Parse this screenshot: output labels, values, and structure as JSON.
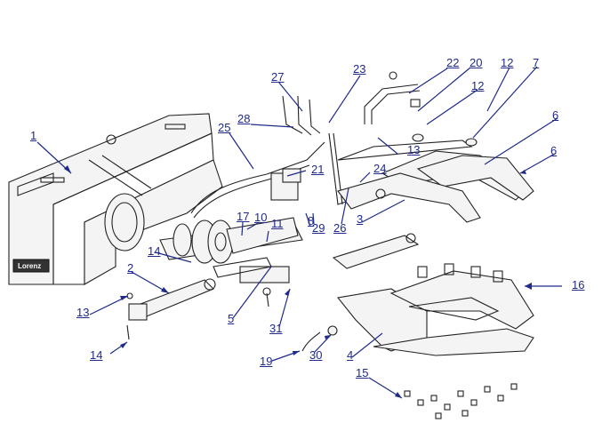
{
  "diagram": {
    "plate_text": "Lorenz",
    "callouts": [
      {
        "id": "c1",
        "label": "1"
      },
      {
        "id": "c2",
        "label": "2"
      },
      {
        "id": "c3",
        "label": "3"
      },
      {
        "id": "c4",
        "label": "4"
      },
      {
        "id": "c5",
        "label": "5"
      },
      {
        "id": "c6a",
        "label": "6"
      },
      {
        "id": "c6b",
        "label": "6"
      },
      {
        "id": "c7",
        "label": "7"
      },
      {
        "id": "c8",
        "label": "8"
      },
      {
        "id": "c10",
        "label": "10"
      },
      {
        "id": "c11",
        "label": "11"
      },
      {
        "id": "c12a",
        "label": "12"
      },
      {
        "id": "c12b",
        "label": "12"
      },
      {
        "id": "c13a",
        "label": "13"
      },
      {
        "id": "c13b",
        "label": "13"
      },
      {
        "id": "c14a",
        "label": "14"
      },
      {
        "id": "c14b",
        "label": "14"
      },
      {
        "id": "c15",
        "label": "15"
      },
      {
        "id": "c16",
        "label": "16"
      },
      {
        "id": "c17",
        "label": "17"
      },
      {
        "id": "c19",
        "label": "19"
      },
      {
        "id": "c20",
        "label": "20"
      },
      {
        "id": "c21",
        "label": "21"
      },
      {
        "id": "c22",
        "label": "22"
      },
      {
        "id": "c23",
        "label": "23"
      },
      {
        "id": "c24",
        "label": "24"
      },
      {
        "id": "c25",
        "label": "25"
      },
      {
        "id": "c26",
        "label": "26"
      },
      {
        "id": "c27",
        "label": "27"
      },
      {
        "id": "c28",
        "label": "28"
      },
      {
        "id": "c29",
        "label": "29"
      },
      {
        "id": "c30",
        "label": "30"
      },
      {
        "id": "c31",
        "label": "31"
      }
    ]
  }
}
